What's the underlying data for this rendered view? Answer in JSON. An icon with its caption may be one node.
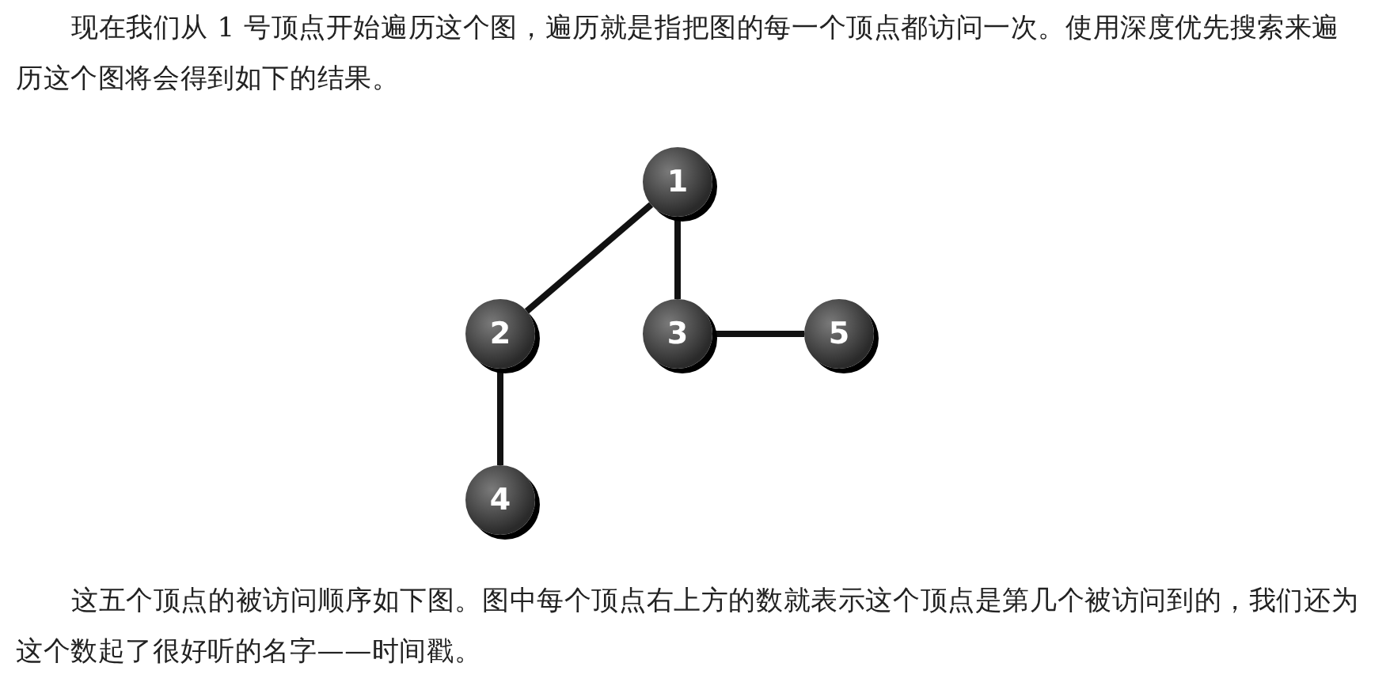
{
  "diagram": {
    "nodes": [
      {
        "text": [
          "1"
        ]
      },
      {
        "text": [
          "2"
        ]
      },
      {
        "text": [
          "3"
        ]
      },
      {
        "text": [
          "5"
        ]
      },
      {
        "text": [
          "4"
        ]
      }
    ],
    "edges": [
      {
        "from": 0,
        "to": 1,
        "arrow": "none"
      },
      {
        "from": 0,
        "to": 2,
        "arrow": "none"
      },
      {
        "from": 2,
        "to": 3,
        "arrow": "none"
      },
      {
        "from": 1,
        "to": 4,
        "arrow": "none"
      }
    ],
    "labels": [
      "现在我们从 1 号顶点开始遍历这个图，遍历就是指把图的每一个顶点都访问一次。使用深度优先搜索来遍历这个图将会得到如下的结果。",
      "这五个顶点的被访问顺序如下图。图中每个顶点右上方的数就表示这个顶点是第几个被访问到的，我们还为这个数起了很好听的名字——时间戳。"
    ]
  }
}
